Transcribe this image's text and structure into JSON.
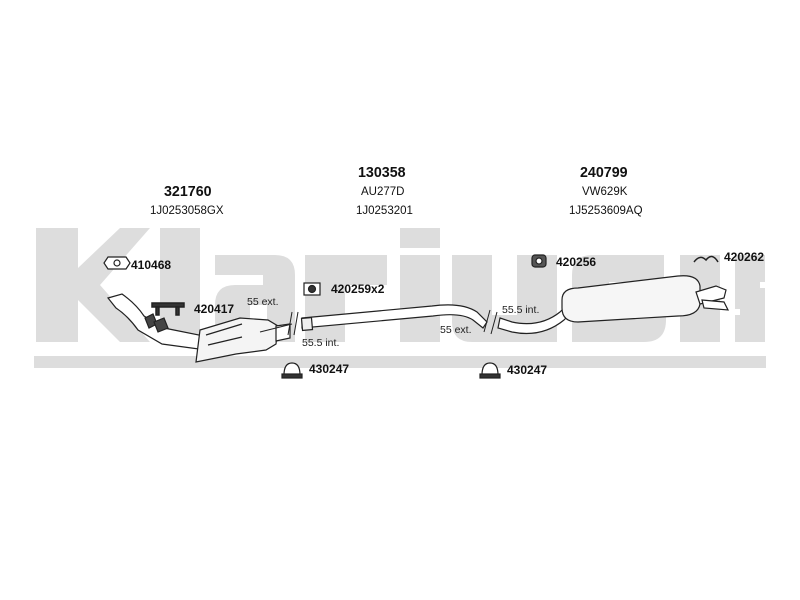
{
  "watermark": "Klarius",
  "colors": {
    "watermark": "#dcdcdc",
    "line": "#222222",
    "pipe_fill": "#ffffff"
  },
  "sections": [
    {
      "part_no": "321760",
      "ref1": "",
      "ref2": "1J0253058GX"
    },
    {
      "part_no": "130358",
      "ref1": "AU277D",
      "ref2": "1J0253201"
    },
    {
      "part_no": "240799",
      "ref1": "VW629K",
      "ref2": "1J5253609AQ"
    }
  ],
  "fittings": [
    {
      "code": "410468",
      "icon": "gasket-icon"
    },
    {
      "code": "420417",
      "icon": "bracket-icon"
    },
    {
      "code": "420259x2",
      "icon": "clamp-icon"
    },
    {
      "code": "420256",
      "icon": "rubber-mount-icon"
    },
    {
      "code": "420262",
      "icon": "hanger-icon"
    },
    {
      "code": "430247",
      "icon": "pipe-clamp-icon"
    },
    {
      "code": "430247",
      "icon": "pipe-clamp-icon"
    }
  ],
  "joints": [
    {
      "ext": "55 ext.",
      "int": "55.5 int."
    },
    {
      "ext": "55 ext.",
      "int": "55.5 int."
    }
  ]
}
